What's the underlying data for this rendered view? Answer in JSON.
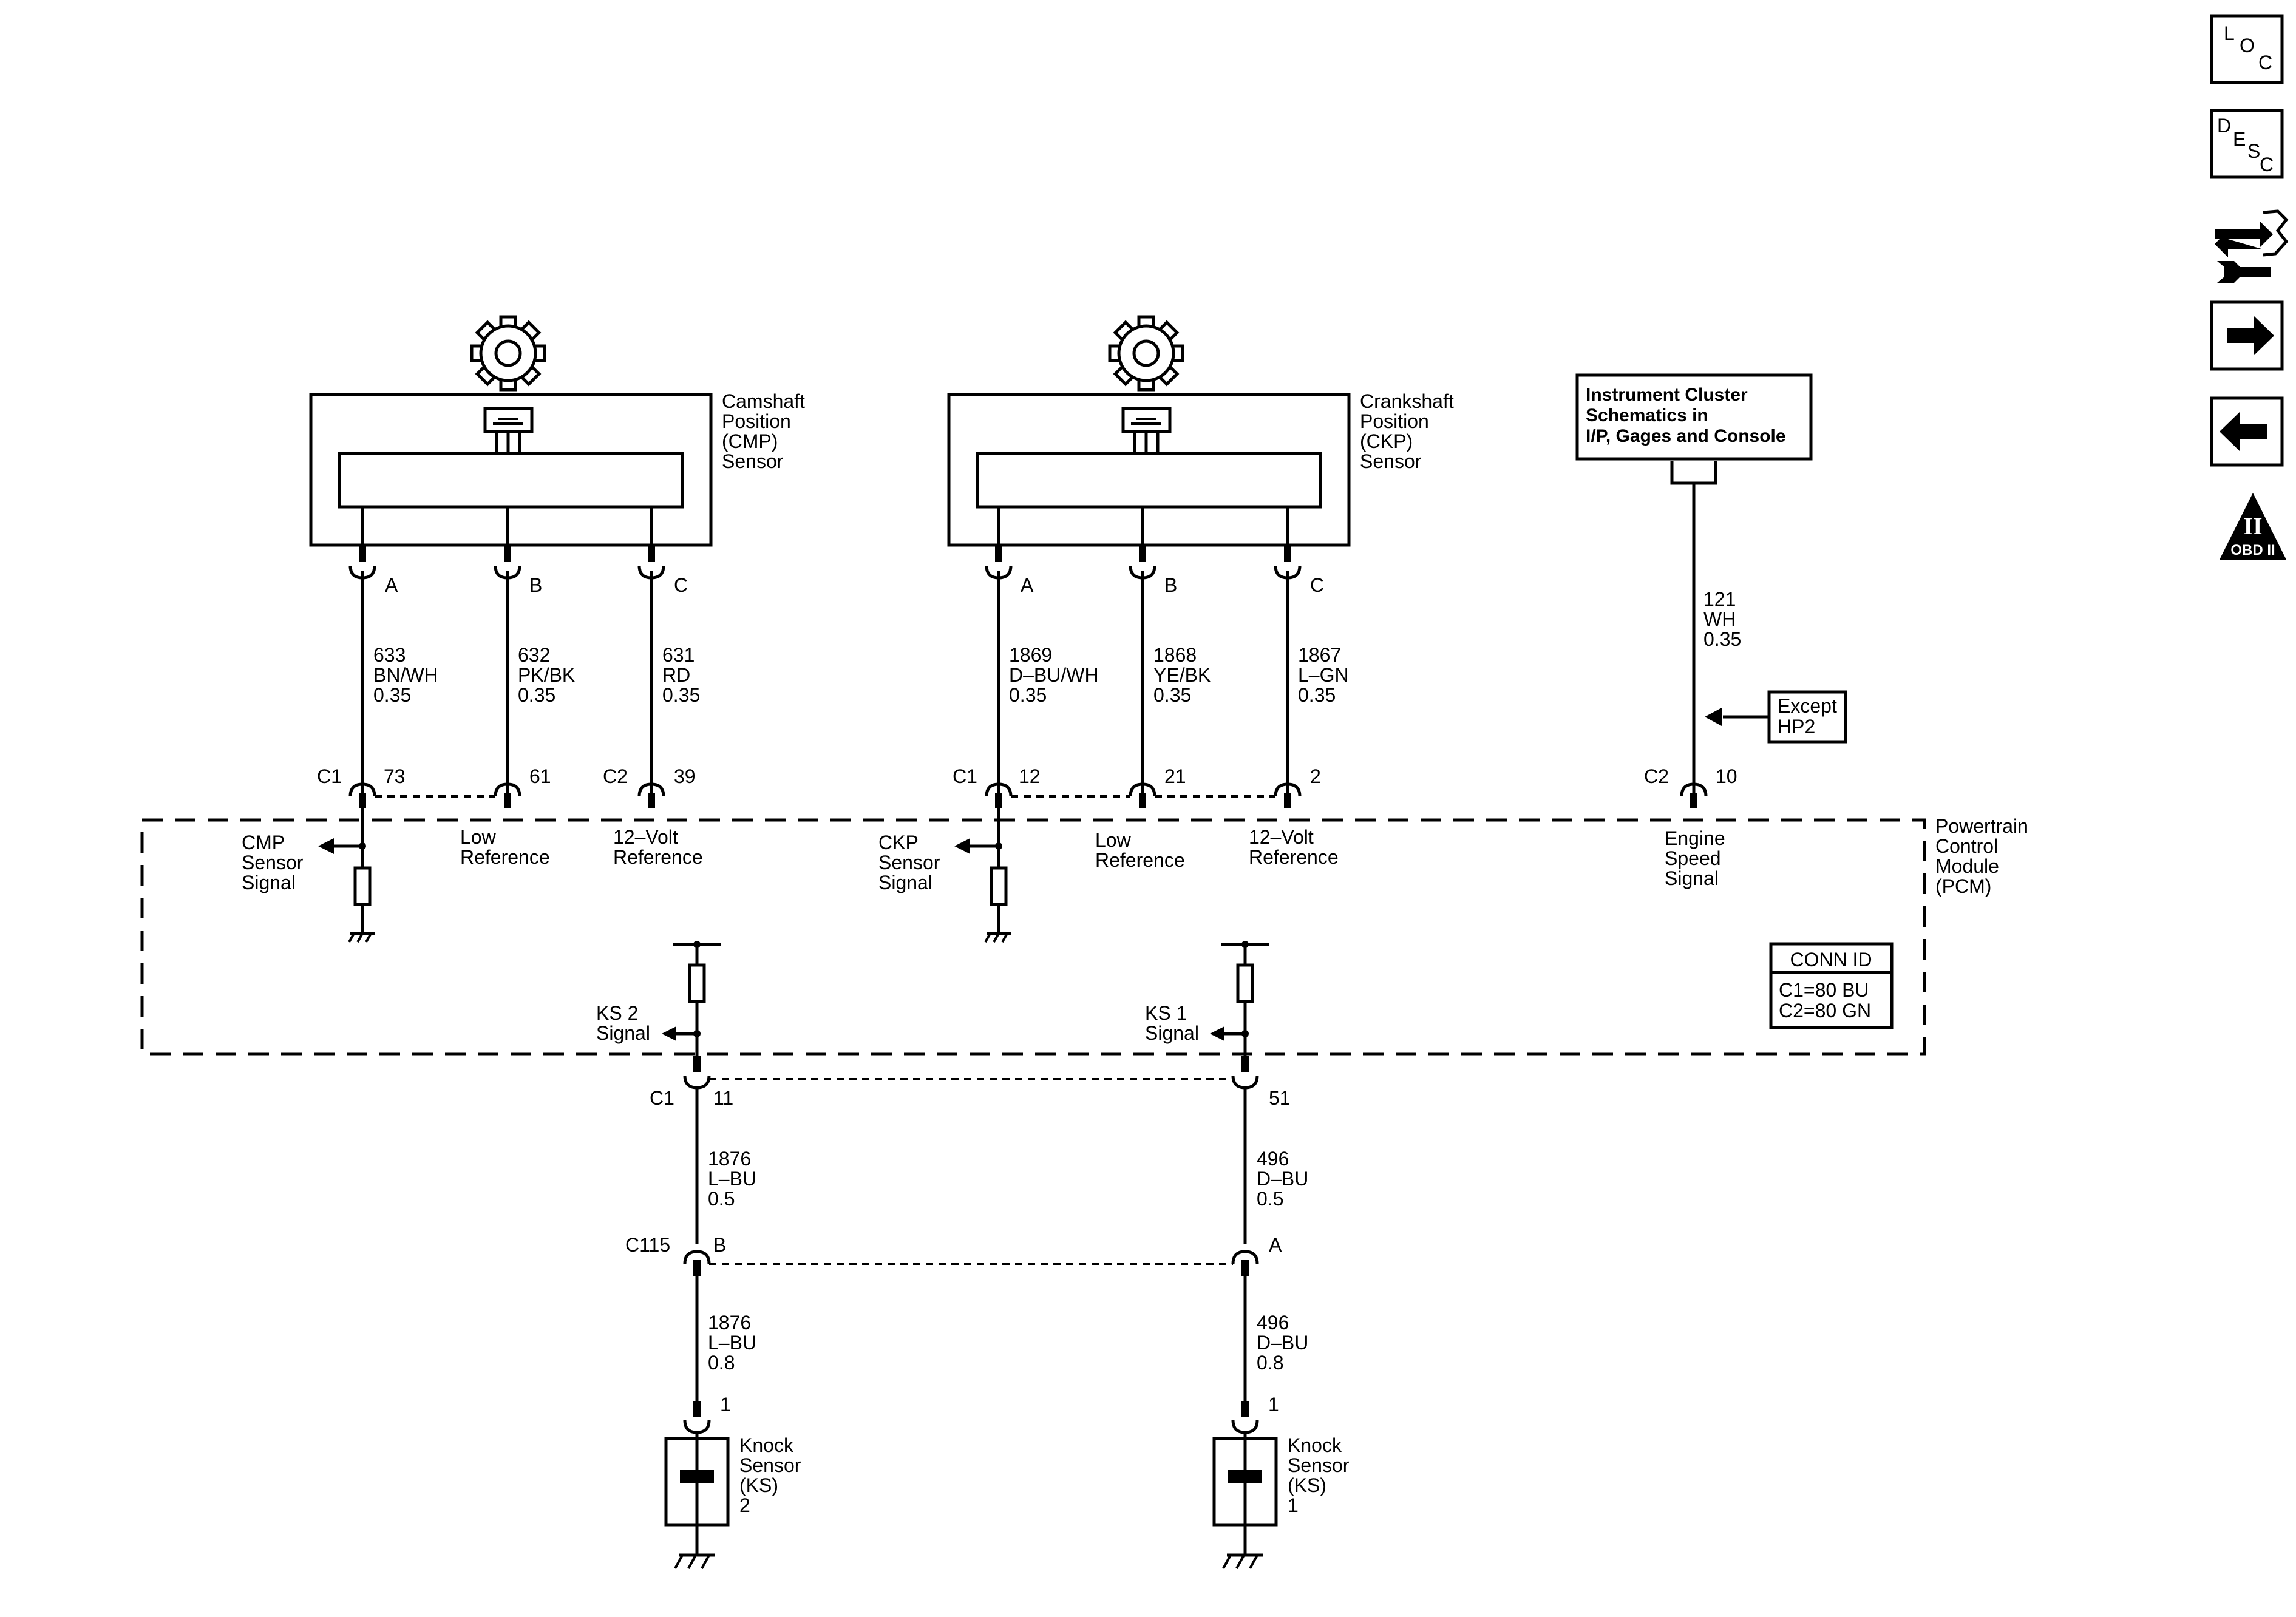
{
  "nav": {
    "loc": [
      "L",
      "O",
      "C"
    ],
    "desc": [
      "D",
      "E",
      "S",
      "C"
    ],
    "obd_numeral": "II",
    "obd_label": "OBD II"
  },
  "cmp": {
    "name": [
      "Camshaft",
      "Position",
      "(CMP)",
      "Sensor"
    ],
    "pins": [
      "A",
      "B",
      "C"
    ]
  },
  "ckp": {
    "name": [
      "Crankshaft",
      "Position",
      "(CKP)",
      "Sensor"
    ],
    "pins": [
      "A",
      "B",
      "C"
    ]
  },
  "ic": {
    "lines": [
      "Instrument Cluster",
      "Schematics in",
      "I/P, Gages and Console"
    ]
  },
  "wires": {
    "cmp_a": [
      "633",
      "BN/WH",
      "0.35"
    ],
    "cmp_b": [
      "632",
      "PK/BK",
      "0.35"
    ],
    "cmp_c": [
      "631",
      "RD",
      "0.35"
    ],
    "ckp_a": [
      "1869",
      "D–BU/WH",
      "0.35"
    ],
    "ckp_b": [
      "1868",
      "YE/BK",
      "0.35"
    ],
    "ckp_c": [
      "1867",
      "L–GN",
      "0.35"
    ],
    "ic": [
      "121",
      "WH",
      "0.35"
    ],
    "ks2_top": [
      "1876",
      "L–BU",
      "0.5"
    ],
    "ks1_top": [
      "496",
      "D–BU",
      "0.5"
    ],
    "ks2_bot": [
      "1876",
      "L–BU",
      "0.8"
    ],
    "ks1_bot": [
      "496",
      "D–BU",
      "0.8"
    ]
  },
  "except": [
    "Except",
    "HP2"
  ],
  "pcm": {
    "name": [
      "Powertrain",
      "Control",
      "Module",
      "(PCM)"
    ],
    "connectors": {
      "c1": "C1",
      "c2": "C2"
    },
    "pins": {
      "cmp_sig": "73",
      "cmp_low": "61",
      "cmp_12v": "39",
      "ckp_sig": "12",
      "ckp_low": "21",
      "ckp_12v": "2",
      "eng_speed": "10",
      "ks2": "11",
      "ks1": "51"
    },
    "labels": {
      "cmp_signal": [
        "CMP",
        "Sensor",
        "Signal"
      ],
      "ckp_signal": [
        "CKP",
        "Sensor",
        "Signal"
      ],
      "low_ref": [
        "Low",
        "Reference"
      ],
      "v12_ref": [
        "12–Volt",
        "Reference"
      ],
      "eng_speed": [
        "Engine",
        "Speed",
        "Signal"
      ],
      "ks2": [
        "KS 2",
        "Signal"
      ],
      "ks1": [
        "KS 1",
        "Signal"
      ]
    },
    "conn_id": {
      "title": "CONN ID",
      "lines": [
        "C1=80 BU",
        "C2=80 GN"
      ]
    }
  },
  "c115": {
    "name": "C115",
    "pin_b": "B",
    "pin_a": "A"
  },
  "ks2": {
    "pin": "1",
    "name": [
      "Knock",
      "Sensor",
      "(KS)",
      "2"
    ]
  },
  "ks1": {
    "pin": "1",
    "name": [
      "Knock",
      "Sensor",
      "(KS)",
      "1"
    ]
  }
}
